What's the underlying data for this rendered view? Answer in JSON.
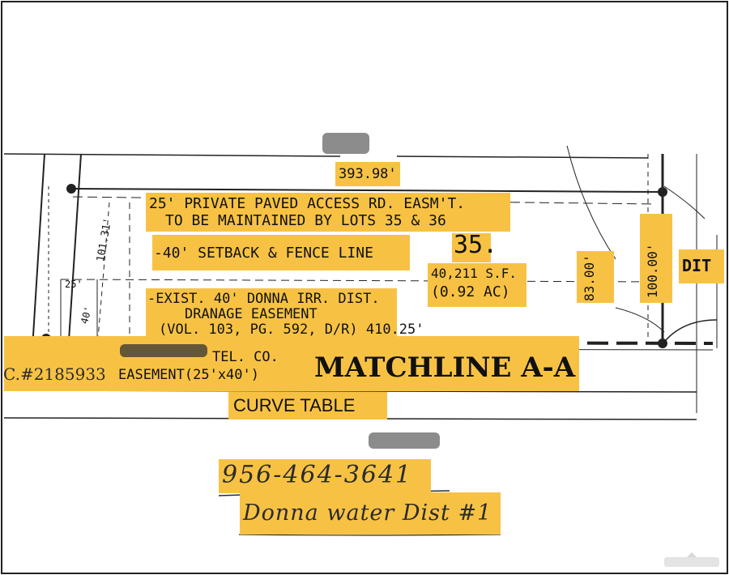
{
  "plat": {
    "top_distance": "393.98'",
    "access_line1": "25' PRIVATE PAVED ACCESS RD. EASM'T.",
    "access_line2": "TO BE MAINTAINED BY LOTS 35 & 36",
    "setback": "-40' SETBACK & FENCE LINE",
    "lot_number": "35.",
    "area_sf": "40,211 S.F.",
    "area_ac": "(0.92 AC)",
    "right_dim1": "83.00'",
    "right_dim2": "100.00'",
    "right_cut": "DIT",
    "left_dim1": "101.31'",
    "left_dim2": "25'",
    "left_dim3": "40'",
    "drainage_line1": "-EXIST. 40' DONNA IRR. DIST.",
    "drainage_line2": "DRANAGE EASEMENT",
    "drainage_line3": "(VOL. 103, PG. 592, D/R) 410.25'",
    "tel_co": "TEL. CO.",
    "doc_no": "C.#2185933",
    "easement": "EASEMENT(25'x40')",
    "matchline": "MATCHLINE A-A",
    "curve_table": "CURVE TABLE"
  },
  "handwritten": {
    "phone": "956-464-3641",
    "district": "Donna water Dist #1"
  },
  "colors": {
    "highlight": "#f7c244",
    "ink": "#111111"
  }
}
